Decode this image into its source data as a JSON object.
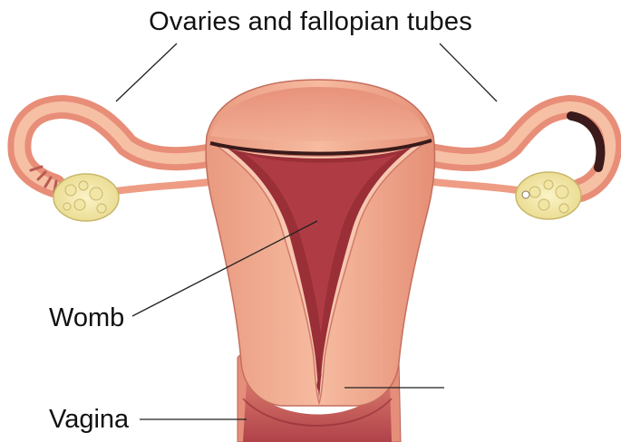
{
  "labels": {
    "ovaries_and_tubes": "Ovaries and fallopian tubes",
    "womb": "Womb",
    "vagina": "Vagina"
  },
  "colors": {
    "tissue": "#eda58a",
    "tissue_light": "#f6c6ad",
    "tissue_dark": "#c9705c",
    "cavity": "#9a2f37",
    "ovary": "#efe2a0",
    "leader_line": "#222222"
  }
}
